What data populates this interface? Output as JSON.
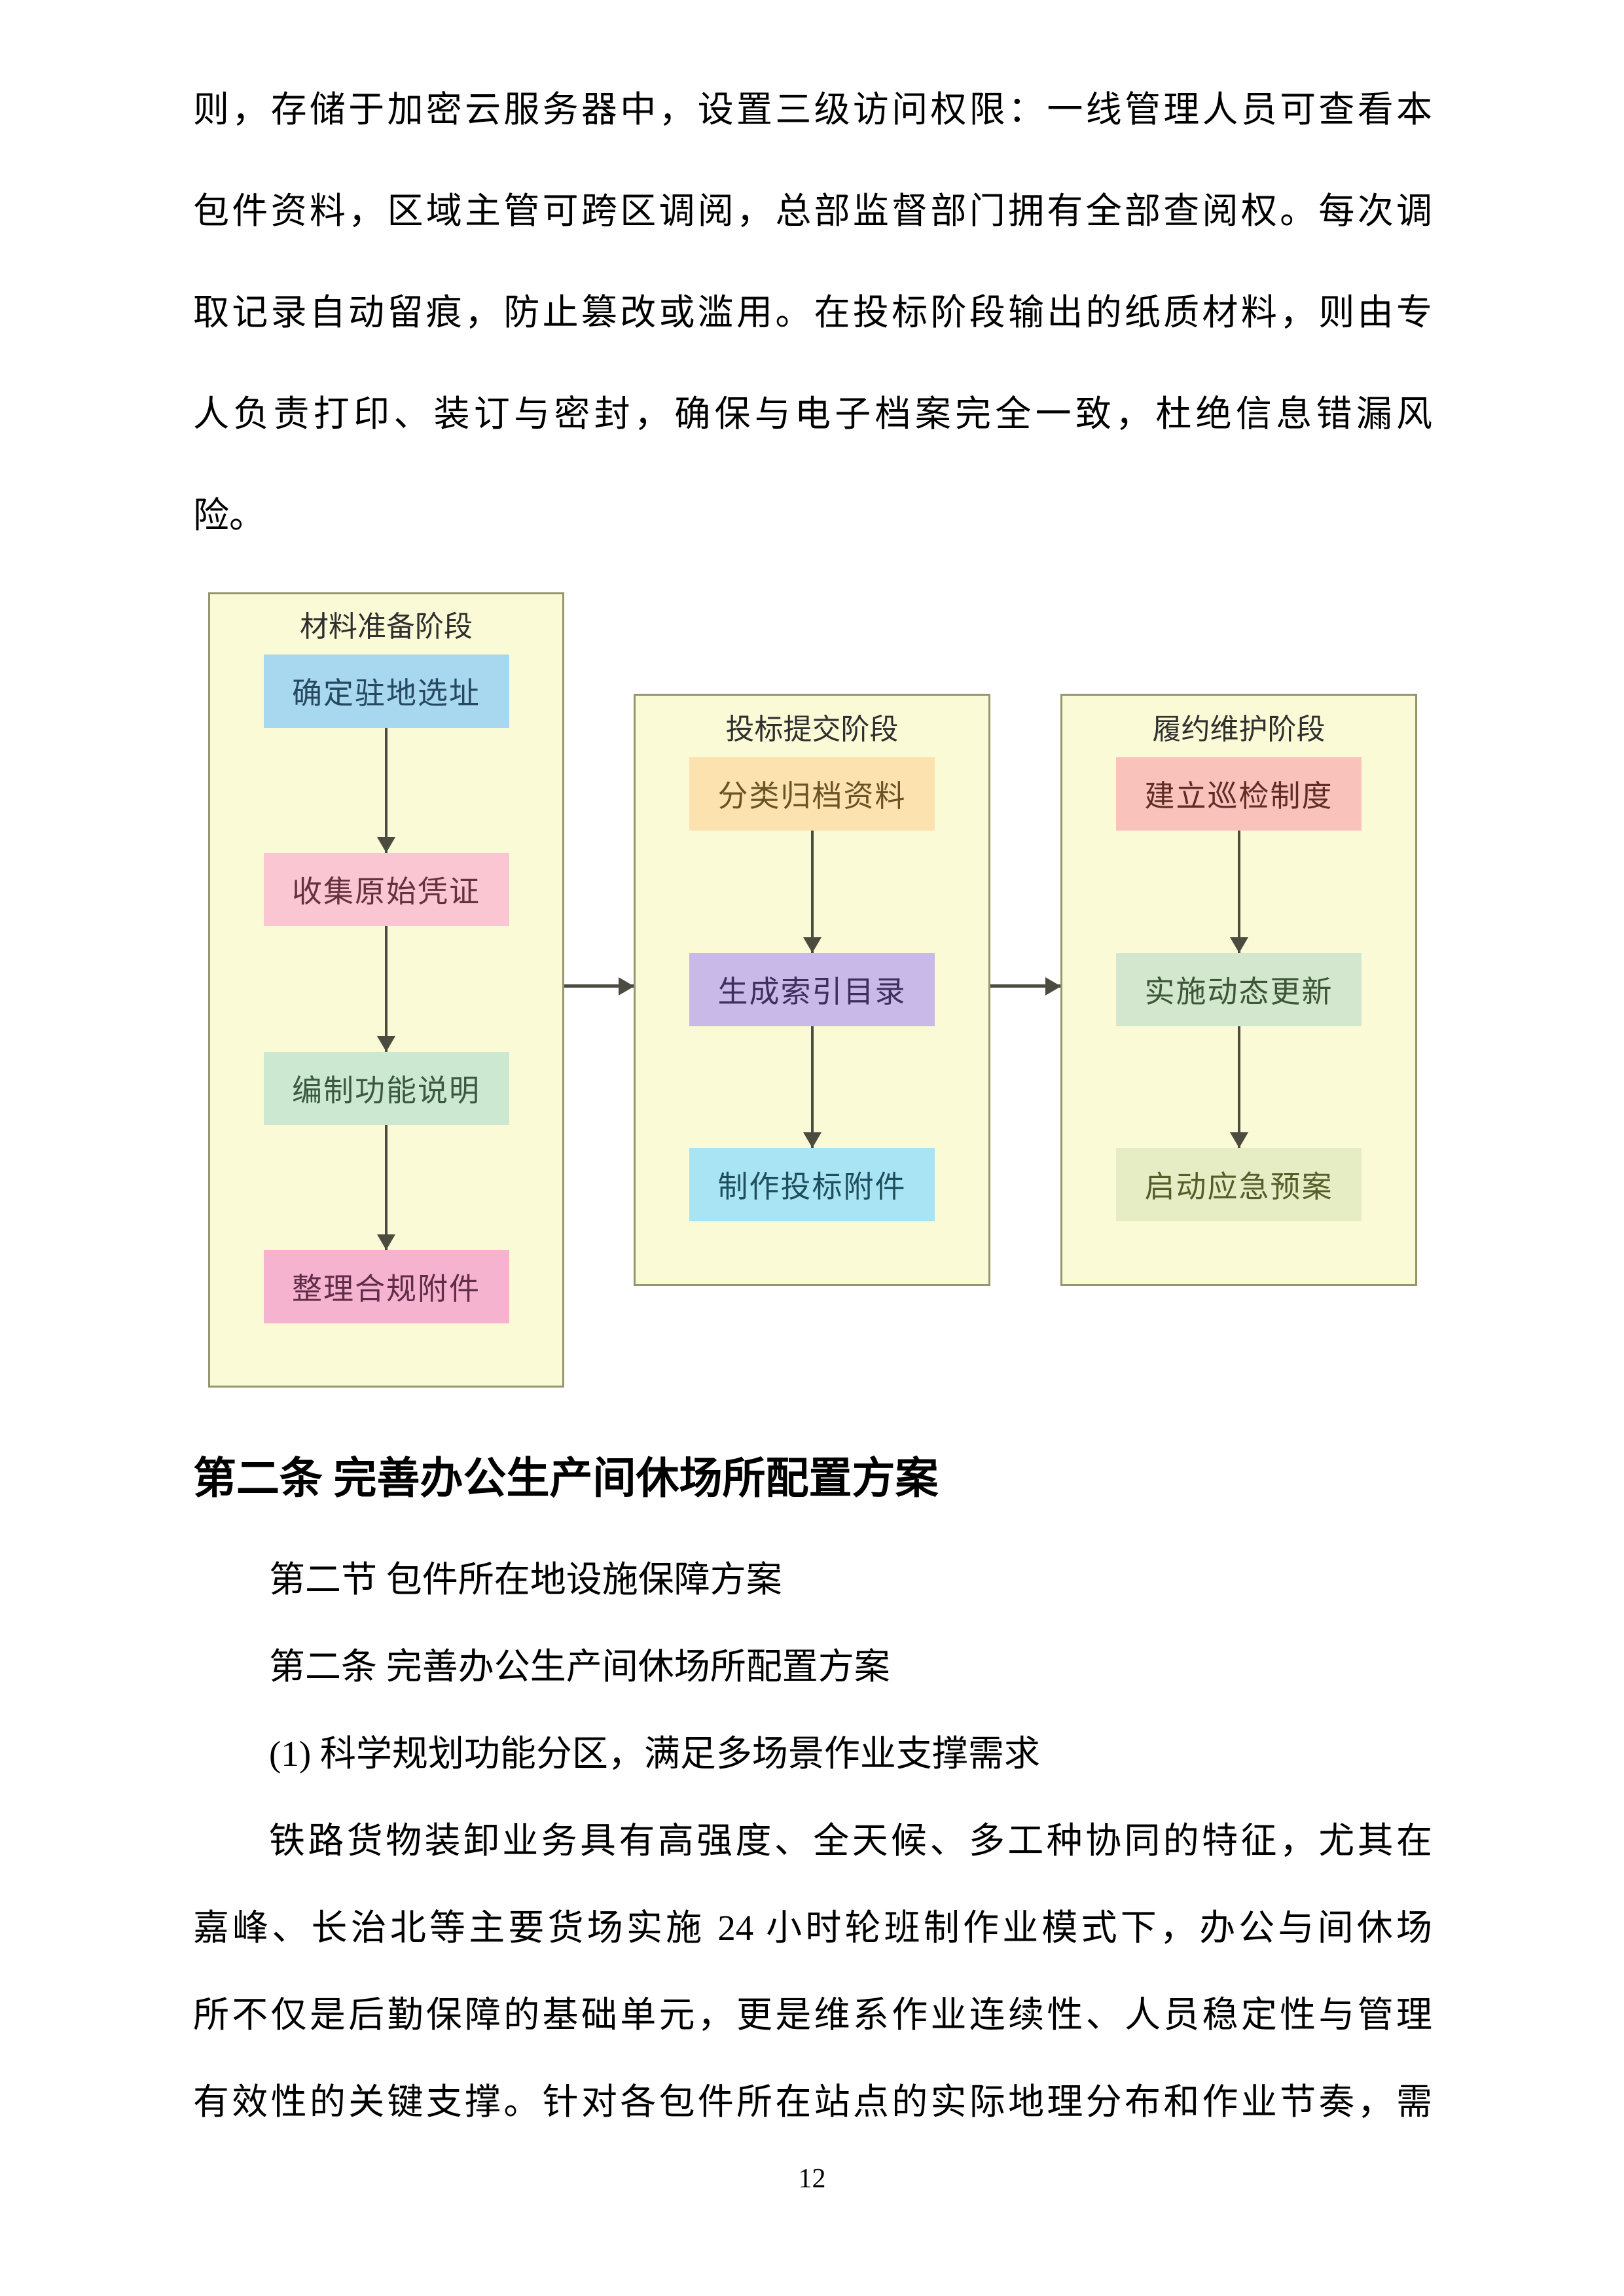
{
  "paragraph1": {
    "lines": [
      "则，存储于加密云服务器中，设置三级访问权限：一线管理人员可查看本",
      "包件资料，区域主管可跨区调阅，总部监督部门拥有全部查阅权。每次调",
      "取记录自动留痕，防止篡改或滥用。在投标阶段输出的纸质材料，则由专",
      "人负责打印、装订与密封，确保与电子档案完全一致，杜绝信息错漏风",
      "险。"
    ]
  },
  "heading": {
    "text": "第二条 完善办公生产间休场所配置方案"
  },
  "sublines": [
    {
      "text": "第二节 包件所在地设施保障方案"
    },
    {
      "text": "第二条 完善办公生产间休场所配置方案"
    },
    {
      "text": "(1) 科学规划功能分区，满足多场景作业支撑需求"
    }
  ],
  "paragraph2": {
    "lines": [
      "铁路货物装卸业务具有高强度、全天候、多工种协同的特征，尤其在",
      "嘉峰、长治北等主要货场实施 24 小时轮班制作业模式下，办公与间休场",
      "所不仅是后勤保障的基础单元，更是维系作业连续性、人员稳定性与管理",
      "有效性的关键支撑。针对各包件所在站点的实际地理分布和作业节奏，需"
    ]
  },
  "page": {
    "number": "12"
  },
  "flowchart": {
    "colors": {
      "panel_bg": "#fbfad6",
      "panel_border": "#96966e",
      "arrow": "#4b4b40",
      "title_fg": "#2f2f2f"
    },
    "stages": [
      {
        "title": "材料准备阶段",
        "steps": [
          {
            "label": "确定驻地选址",
            "bg": "#a8d8f0",
            "fg": "#27495f"
          },
          {
            "label": "收集原始凭证",
            "bg": "#f9c6d2",
            "fg": "#65313e"
          },
          {
            "label": "编制功能说明",
            "bg": "#cde8d0",
            "fg": "#3a5a40"
          },
          {
            "label": "整理合规附件",
            "bg": "#f5b3cf",
            "fg": "#5f2c49"
          }
        ]
      },
      {
        "title": "投标提交阶段",
        "steps": [
          {
            "label": "分类归档资料",
            "bg": "#fbe2ae",
            "fg": "#6a5226"
          },
          {
            "label": "生成索引目录",
            "bg": "#c8b9e8",
            "fg": "#3c2f5e"
          },
          {
            "label": "制作投标附件",
            "bg": "#a8e4f4",
            "fg": "#1f4e5c"
          }
        ]
      },
      {
        "title": "履约维护阶段",
        "steps": [
          {
            "label": "建立巡检制度",
            "bg": "#f9c2ba",
            "fg": "#5f2d26"
          },
          {
            "label": "实施动态更新",
            "bg": "#d3e6ce",
            "fg": "#3c5735"
          },
          {
            "label": "启动应急预案",
            "bg": "#e6edc4",
            "fg": "#555e2a"
          }
        ]
      }
    ]
  }
}
